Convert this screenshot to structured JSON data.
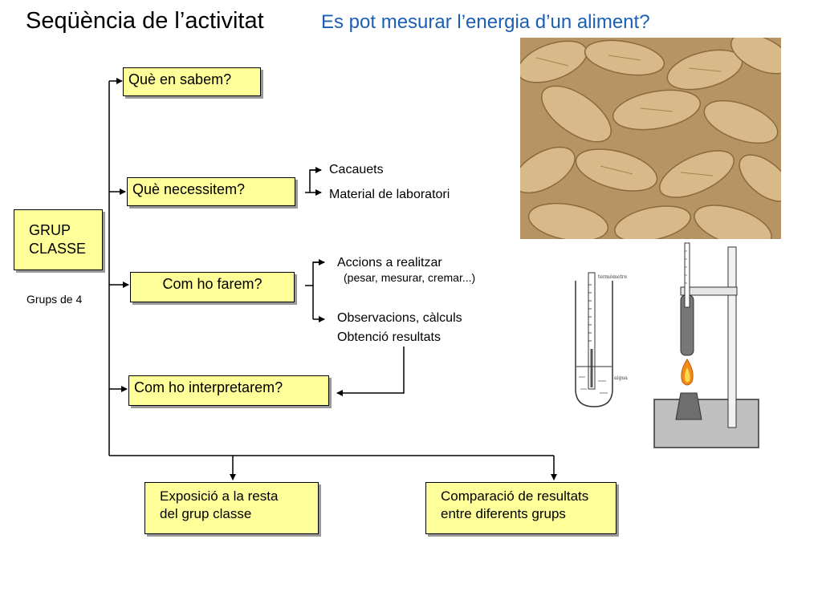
{
  "header": {
    "title": "Seqüència de l’activitat",
    "subtitle": "Es pot mesurar l’energia d’un aliment?"
  },
  "group": {
    "title_line1": "GRUP",
    "title_line2": "CLASSE",
    "note": "Grups de 4"
  },
  "steps": [
    {
      "label": "Què en sabem?"
    },
    {
      "label": "Què necessitem?"
    },
    {
      "label": "Com ho farem?"
    },
    {
      "label": "Com ho interpretarem?"
    }
  ],
  "needs": {
    "item1": "Cacauets",
    "item2": "Material de laboratori"
  },
  "method": {
    "item1": "Accions a realitzar",
    "item1_detail": "(pesar, mesurar, cremar...)",
    "item2_line1": "Observacions, càlculs",
    "item2_line2": "Obtenció resultats"
  },
  "outcomes": [
    {
      "line1": "Exposició a la resta",
      "line2": "del grup classe"
    },
    {
      "line1": "Comparació de resultats",
      "line2": "entre diferents grups"
    }
  ],
  "apparatus": {
    "thermometer_label": "termòmetre",
    "water_label": "aigua"
  },
  "colors": {
    "box_fill": "#ffff99",
    "subtitle": "#1a5fb4",
    "flame_outer": "#f08a1c",
    "flame_inner": "#ffd84a"
  }
}
